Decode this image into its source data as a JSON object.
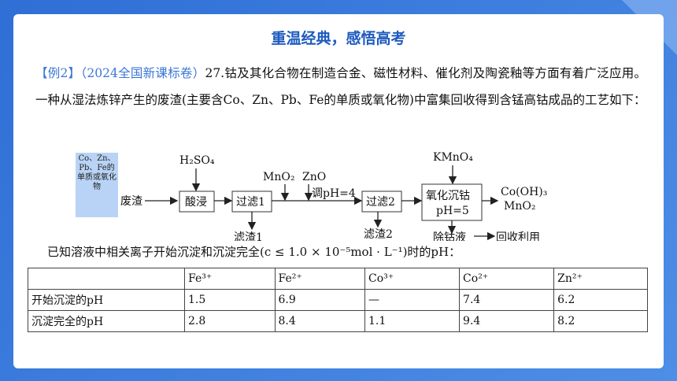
{
  "slide": {
    "title": "重温经典，感悟高考",
    "tag": "【例2】",
    "source": "（2024全国新课标卷）",
    "intro": "27.钴及其化合物在制造合金、磁性材料、催化剂及陶瓷釉等方面有着广泛应用。一种从湿法炼锌产生的废渣(主要含Co、Zn、Pb、Fe的单质或氧化物)中富集回收得到含锰高钴成品的工艺如下：",
    "note": "已知溶液中相关离子开始沉淀和沉淀完全(c ≤ 1.0 × 10⁻⁵mol · L⁻¹)时的pH："
  },
  "flow": {
    "feed_box": "Co、Zn、Pb、Fe的单质或氧化物",
    "feed_label": "废渣",
    "h2so4": "H₂SO₄",
    "step1": "酸浸",
    "step2": "过滤1",
    "residue1": "滤渣1",
    "mno2": "MnO₂",
    "zno": "ZnO",
    "adjust": "调pH=4",
    "step3": "过滤2",
    "residue2": "滤渣2",
    "kmno4": "KMnO₄",
    "step4_line1": "氧化沉钴",
    "step4_line2": "pH=5",
    "product1": "Co(OH)₃",
    "product2": "MnO₂",
    "waste": "除钴液",
    "recycle": "回收利用"
  },
  "table": {
    "header": [
      "",
      "Fe³⁺",
      "Fe²⁺",
      "Co³⁺",
      "Co²⁺",
      "Zn²⁺"
    ],
    "rows": [
      [
        "开始沉淀的pH",
        "1.5",
        "6.9",
        "—",
        "7.4",
        "6.2"
      ],
      [
        "沉淀完全的pH",
        "2.8",
        "8.4",
        "1.1",
        "9.4",
        "8.2"
      ]
    ]
  }
}
